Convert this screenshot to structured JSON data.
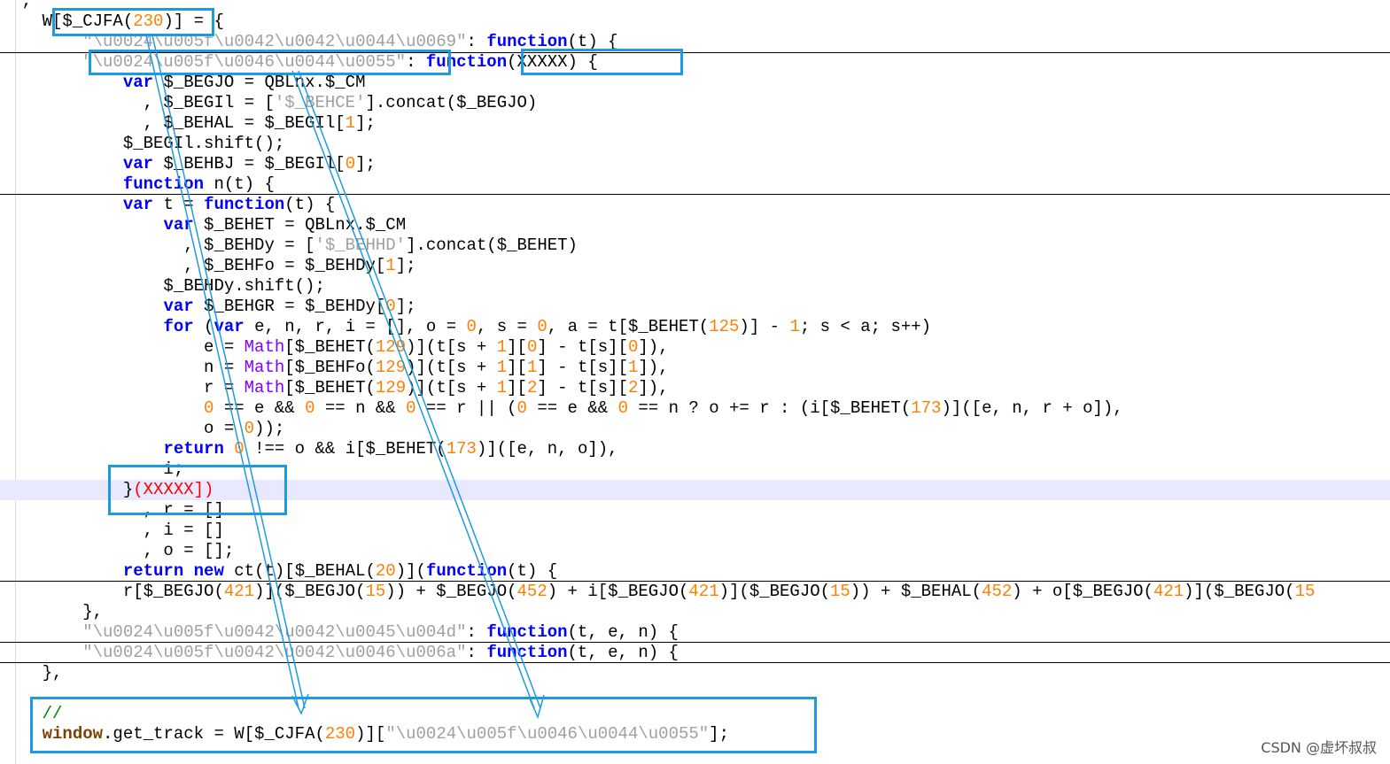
{
  "code_lines": [
    {
      "segments": [
        {
          "t": "  ,",
          "c": ""
        }
      ]
    },
    {
      "segments": [
        {
          "t": "    W[$_CJFA(",
          "c": ""
        },
        {
          "t": "230",
          "c": "num"
        },
        {
          "t": ")] = {",
          "c": ""
        }
      ]
    },
    {
      "segments": [
        {
          "t": "        ",
          "c": ""
        },
        {
          "t": "\"\\u0024\\u005f\\u0042\\u0042\\u0044\\u0069\"",
          "c": "str"
        },
        {
          "t": ": ",
          "c": ""
        },
        {
          "t": "function",
          "c": "kw"
        },
        {
          "t": "(t) {",
          "c": ""
        }
      ]
    },
    {
      "segments": [
        {
          "t": "        ",
          "c": ""
        },
        {
          "t": "\"\\u0024\\u005f\\u0046\\u0044\\u0055\"",
          "c": "str"
        },
        {
          "t": ": ",
          "c": ""
        },
        {
          "t": "function",
          "c": "kw"
        },
        {
          "t": "(XXXXX) {",
          "c": ""
        }
      ]
    },
    {
      "segments": [
        {
          "t": "            ",
          "c": ""
        },
        {
          "t": "var",
          "c": "kw"
        },
        {
          "t": " $_BEGJO = QBLnx.$_CM",
          "c": ""
        }
      ]
    },
    {
      "segments": [
        {
          "t": "              , $_BEGIl = [",
          "c": ""
        },
        {
          "t": "'$_BEHCE'",
          "c": "str"
        },
        {
          "t": "].concat($_BEGJO)",
          "c": ""
        }
      ]
    },
    {
      "segments": [
        {
          "t": "              , $_BEHAL = $_BEGIl[",
          "c": ""
        },
        {
          "t": "1",
          "c": "num"
        },
        {
          "t": "];",
          "c": ""
        }
      ]
    },
    {
      "segments": [
        {
          "t": "            $_BEGIl.shift();",
          "c": ""
        }
      ]
    },
    {
      "segments": [
        {
          "t": "            ",
          "c": ""
        },
        {
          "t": "var",
          "c": "kw"
        },
        {
          "t": " $_BEHBJ = $_BEGIl[",
          "c": ""
        },
        {
          "t": "0",
          "c": "num"
        },
        {
          "t": "];",
          "c": ""
        }
      ]
    },
    {
      "segments": [
        {
          "t": "            ",
          "c": ""
        },
        {
          "t": "function",
          "c": "kw"
        },
        {
          "t": " n(t) {",
          "c": ""
        }
      ]
    },
    {
      "segments": [
        {
          "t": "            ",
          "c": ""
        },
        {
          "t": "var",
          "c": "kw"
        },
        {
          "t": " t = ",
          "c": ""
        },
        {
          "t": "function",
          "c": "kw"
        },
        {
          "t": "(t) {",
          "c": ""
        }
      ]
    },
    {
      "segments": [
        {
          "t": "                ",
          "c": ""
        },
        {
          "t": "var",
          "c": "kw"
        },
        {
          "t": " $_BEHET = QBLnx.$_CM",
          "c": ""
        }
      ]
    },
    {
      "segments": [
        {
          "t": "                  , $_BEHDy = [",
          "c": ""
        },
        {
          "t": "'$_BEHHD'",
          "c": "str"
        },
        {
          "t": "].concat($_BEHET)",
          "c": ""
        }
      ]
    },
    {
      "segments": [
        {
          "t": "                  , $_BEHFo = $_BEHDy[",
          "c": ""
        },
        {
          "t": "1",
          "c": "num"
        },
        {
          "t": "];",
          "c": ""
        }
      ]
    },
    {
      "segments": [
        {
          "t": "                $_BEHDy.shift();",
          "c": ""
        }
      ]
    },
    {
      "segments": [
        {
          "t": "                ",
          "c": ""
        },
        {
          "t": "var",
          "c": "kw"
        },
        {
          "t": " $_BEHGR = $_BEHDy[",
          "c": ""
        },
        {
          "t": "0",
          "c": "num"
        },
        {
          "t": "];",
          "c": ""
        }
      ]
    },
    {
      "segments": [
        {
          "t": "                ",
          "c": ""
        },
        {
          "t": "for",
          "c": "kw"
        },
        {
          "t": " (",
          "c": ""
        },
        {
          "t": "var",
          "c": "kw"
        },
        {
          "t": " e, n, r, i = [], o = ",
          "c": ""
        },
        {
          "t": "0",
          "c": "num"
        },
        {
          "t": ", s = ",
          "c": ""
        },
        {
          "t": "0",
          "c": "num"
        },
        {
          "t": ", a = t[$_BEHET(",
          "c": ""
        },
        {
          "t": "125",
          "c": "num"
        },
        {
          "t": ")] - ",
          "c": ""
        },
        {
          "t": "1",
          "c": "num"
        },
        {
          "t": "; s < a; s++)",
          "c": ""
        }
      ]
    },
    {
      "segments": [
        {
          "t": "                    e = ",
          "c": ""
        },
        {
          "t": "Math",
          "c": "mth"
        },
        {
          "t": "[$_BEHET(",
          "c": ""
        },
        {
          "t": "129",
          "c": "num"
        },
        {
          "t": ")](t[s + ",
          "c": ""
        },
        {
          "t": "1",
          "c": "num"
        },
        {
          "t": "][",
          "c": ""
        },
        {
          "t": "0",
          "c": "num"
        },
        {
          "t": "] - t[s][",
          "c": ""
        },
        {
          "t": "0",
          "c": "num"
        },
        {
          "t": "]),",
          "c": ""
        }
      ]
    },
    {
      "segments": [
        {
          "t": "                    n = ",
          "c": ""
        },
        {
          "t": "Math",
          "c": "mth"
        },
        {
          "t": "[$_BEHFo(",
          "c": ""
        },
        {
          "t": "129",
          "c": "num"
        },
        {
          "t": ")](t[s + ",
          "c": ""
        },
        {
          "t": "1",
          "c": "num"
        },
        {
          "t": "][",
          "c": ""
        },
        {
          "t": "1",
          "c": "num"
        },
        {
          "t": "] - t[s][",
          "c": ""
        },
        {
          "t": "1",
          "c": "num"
        },
        {
          "t": "]),",
          "c": ""
        }
      ]
    },
    {
      "segments": [
        {
          "t": "                    r = ",
          "c": ""
        },
        {
          "t": "Math",
          "c": "mth"
        },
        {
          "t": "[$_BEHET(",
          "c": ""
        },
        {
          "t": "129",
          "c": "num"
        },
        {
          "t": ")](t[s + ",
          "c": ""
        },
        {
          "t": "1",
          "c": "num"
        },
        {
          "t": "][",
          "c": ""
        },
        {
          "t": "2",
          "c": "num"
        },
        {
          "t": "] - t[s][",
          "c": ""
        },
        {
          "t": "2",
          "c": "num"
        },
        {
          "t": "]),",
          "c": ""
        }
      ]
    },
    {
      "segments": [
        {
          "t": "                    ",
          "c": ""
        },
        {
          "t": "0",
          "c": "num"
        },
        {
          "t": " == e && ",
          "c": ""
        },
        {
          "t": "0",
          "c": "num"
        },
        {
          "t": " == n && ",
          "c": ""
        },
        {
          "t": "0",
          "c": "num"
        },
        {
          "t": " == r || (",
          "c": ""
        },
        {
          "t": "0",
          "c": "num"
        },
        {
          "t": " == e && ",
          "c": ""
        },
        {
          "t": "0",
          "c": "num"
        },
        {
          "t": " == n ? o += r : (i[$_BEHET(",
          "c": ""
        },
        {
          "t": "173",
          "c": "num"
        },
        {
          "t": ")]([e, n, r + o]),",
          "c": ""
        }
      ]
    },
    {
      "segments": [
        {
          "t": "                    o = ",
          "c": ""
        },
        {
          "t": "0",
          "c": "num"
        },
        {
          "t": "));",
          "c": ""
        }
      ]
    },
    {
      "segments": [
        {
          "t": "                ",
          "c": ""
        },
        {
          "t": "return",
          "c": "kw"
        },
        {
          "t": " ",
          "c": ""
        },
        {
          "t": "0",
          "c": "num"
        },
        {
          "t": " !== o && i[$_BEHET(",
          "c": ""
        },
        {
          "t": "173",
          "c": "num"
        },
        {
          "t": ")]([e, n, o]),",
          "c": ""
        }
      ]
    },
    {
      "segments": [
        {
          "t": "                i;",
          "c": ""
        }
      ]
    },
    {
      "segments": [
        {
          "t": "            }",
          "c": ""
        },
        {
          "t": "(XXXXX])",
          "c": "red"
        }
      ]
    },
    {
      "segments": [
        {
          "t": "              , r = []",
          "c": ""
        }
      ]
    },
    {
      "segments": [
        {
          "t": "              , i = []",
          "c": ""
        }
      ]
    },
    {
      "segments": [
        {
          "t": "              , o = [];",
          "c": ""
        }
      ]
    },
    {
      "segments": [
        {
          "t": "            ",
          "c": ""
        },
        {
          "t": "return",
          "c": "kw"
        },
        {
          "t": " ",
          "c": ""
        },
        {
          "t": "new",
          "c": "kw"
        },
        {
          "t": " ct(t)[$_BEHAL(",
          "c": ""
        },
        {
          "t": "20",
          "c": "num"
        },
        {
          "t": ")](",
          "c": ""
        },
        {
          "t": "function",
          "c": "kw"
        },
        {
          "t": "(t) {",
          "c": ""
        }
      ]
    },
    {
      "segments": [
        {
          "t": "            r[$_BEGJO(",
          "c": ""
        },
        {
          "t": "421",
          "c": "num"
        },
        {
          "t": ")]($_BEGJO(",
          "c": ""
        },
        {
          "t": "15",
          "c": "num"
        },
        {
          "t": ")) + $_BEGJO(",
          "c": ""
        },
        {
          "t": "452",
          "c": "num"
        },
        {
          "t": ") + i[$_BEGJO(",
          "c": ""
        },
        {
          "t": "421",
          "c": "num"
        },
        {
          "t": ")]($_BEGJO(",
          "c": ""
        },
        {
          "t": "15",
          "c": "num"
        },
        {
          "t": ")) + $_BEHAL(",
          "c": ""
        },
        {
          "t": "452",
          "c": "num"
        },
        {
          "t": ") + o[$_BEGJO(",
          "c": ""
        },
        {
          "t": "421",
          "c": "num"
        },
        {
          "t": ")]($_BEGJO(",
          "c": ""
        },
        {
          "t": "15",
          "c": "num"
        }
      ]
    },
    {
      "segments": [
        {
          "t": "        },",
          "c": ""
        }
      ]
    },
    {
      "segments": [
        {
          "t": "        ",
          "c": ""
        },
        {
          "t": "\"\\u0024\\u005f\\u0042\\u0042\\u0045\\u004d\"",
          "c": "str"
        },
        {
          "t": ": ",
          "c": ""
        },
        {
          "t": "function",
          "c": "kw"
        },
        {
          "t": "(t, e, n) {",
          "c": ""
        }
      ]
    },
    {
      "segments": [
        {
          "t": "        ",
          "c": ""
        },
        {
          "t": "\"\\u0024\\u005f\\u0042\\u0042\\u0046\\u006a\"",
          "c": "str"
        },
        {
          "t": ": ",
          "c": ""
        },
        {
          "t": "function",
          "c": "kw"
        },
        {
          "t": "(t, e, n) {",
          "c": ""
        }
      ]
    },
    {
      "segments": [
        {
          "t": "    },",
          "c": ""
        }
      ]
    },
    {
      "segments": [
        {
          "t": "",
          "c": ""
        }
      ]
    },
    {
      "segments": [
        {
          "t": "    ",
          "c": ""
        },
        {
          "t": "//",
          "c": "cmt"
        }
      ]
    },
    {
      "segments": [
        {
          "t": "    ",
          "c": ""
        },
        {
          "t": "window",
          "c": "dkr"
        },
        {
          "t": ".get_track = W[$_CJFA(",
          "c": ""
        },
        {
          "t": "230",
          "c": "num"
        },
        {
          "t": ")][",
          "c": ""
        },
        {
          "t": "\"\\u0024\\u005f\\u0046\\u0044\\u0055\"",
          "c": "str"
        },
        {
          "t": "];",
          "c": ""
        }
      ]
    }
  ],
  "highlight_line_index": 24,
  "annotation_color": "#1e9be0",
  "watermark": "CSDN @虚坏叔叔"
}
